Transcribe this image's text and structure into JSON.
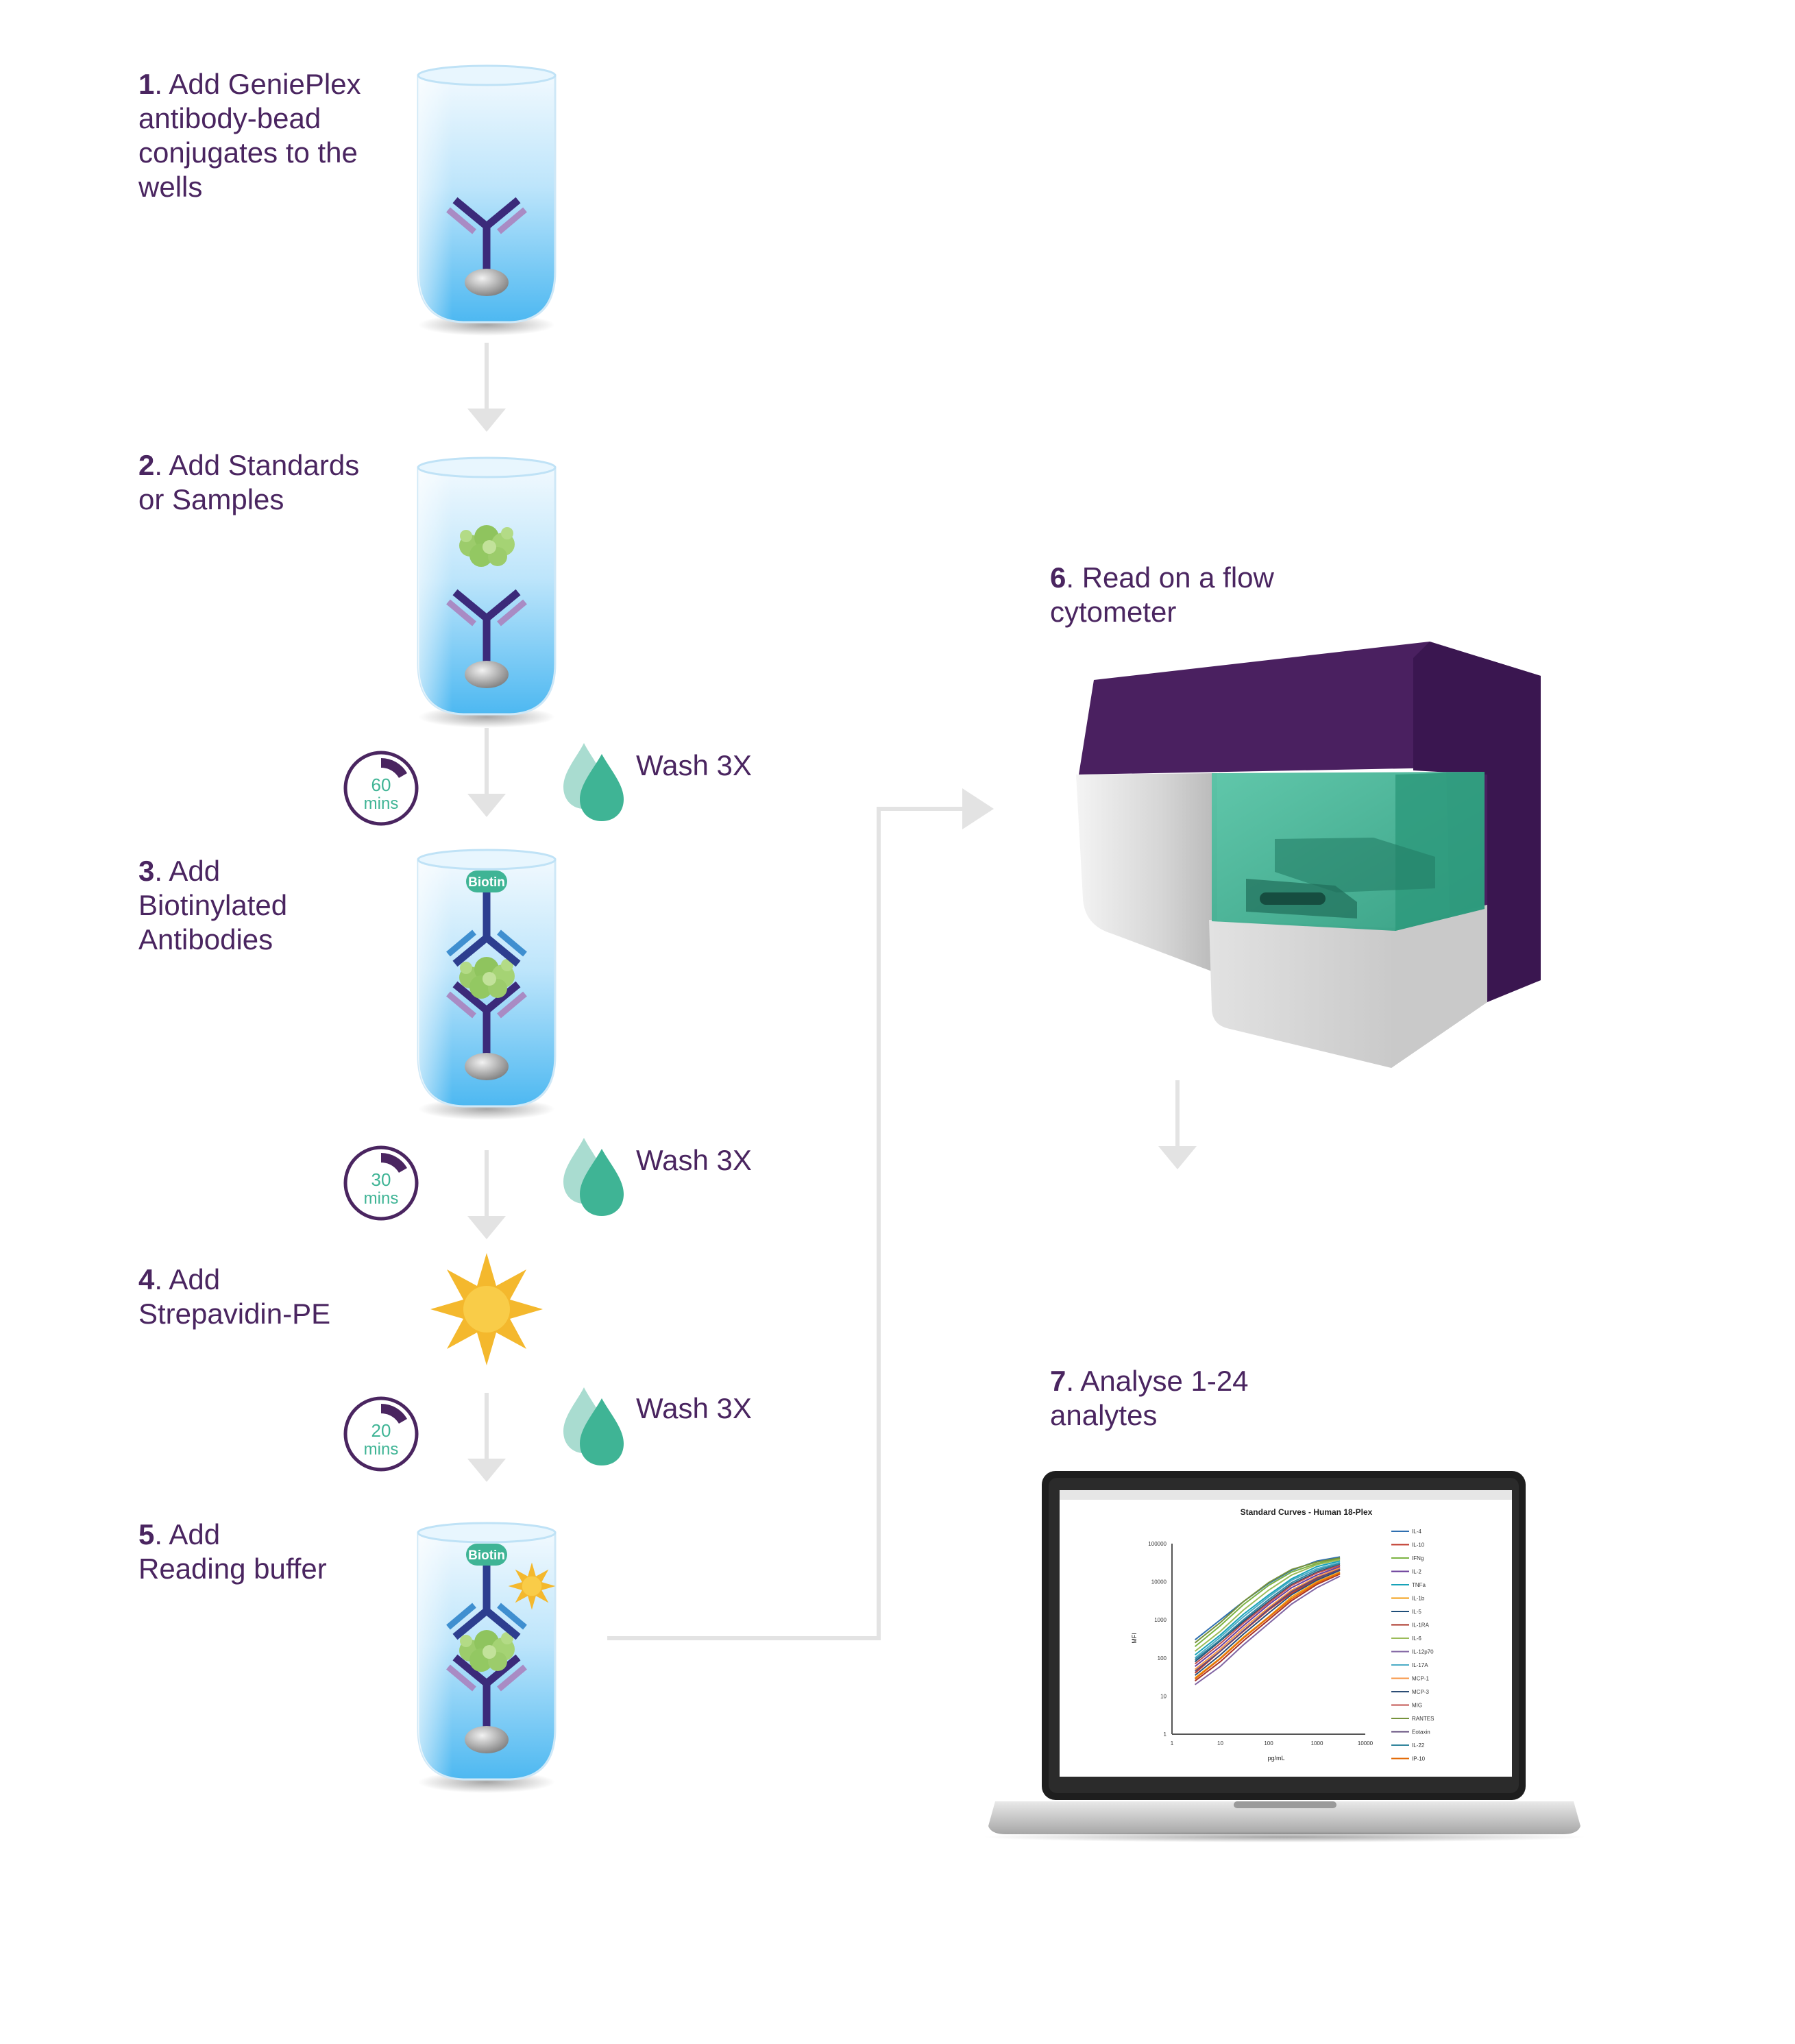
{
  "steps": [
    {
      "num": "1",
      "text": ". Add GeniePlex",
      "lines": [
        "antibody-bead",
        "conjugates to the",
        "wells"
      ]
    },
    {
      "num": "2",
      "text": ". Add Standards",
      "lines": [
        "or Samples"
      ]
    },
    {
      "num": "3",
      "text": ". Add",
      "lines": [
        "Biotinylated",
        "Antibodies"
      ]
    },
    {
      "num": "4",
      "text": ". Add",
      "lines": [
        "Strepavidin-PE"
      ]
    },
    {
      "num": "5",
      "text": ". Add",
      "lines": [
        "Reading buffer"
      ]
    },
    {
      "num": "6",
      "text": ". Read on a flow",
      "lines": [
        "cytometer"
      ]
    },
    {
      "num": "7",
      "text": ". Analyse 1-24",
      "lines": [
        "analytes"
      ]
    }
  ],
  "timers": [
    {
      "value": "60",
      "unit": "mins"
    },
    {
      "value": "30",
      "unit": "mins"
    },
    {
      "value": "20",
      "unit": "mins"
    }
  ],
  "wash_label": "Wash 3X",
  "biotin_label": "Biotin",
  "colors": {
    "purple": "#4a2560",
    "teal": "#3fb495",
    "arrow": "#e3e3e3",
    "tube": "#61c5f5",
    "star": "#f4b82d"
  },
  "icons": [
    "timer-icon",
    "water-drop-icon",
    "antibody-icon",
    "bead-icon",
    "antigen-icon",
    "streptavidin-pe-star-icon",
    "flow-cytometer-icon",
    "laptop-icon"
  ],
  "chart_data": {
    "type": "line",
    "title": "Standard Curves - Human 18-Plex",
    "xlabel": "pg/mL",
    "ylabel": "MFI",
    "xscale": "log",
    "yscale": "log",
    "xlim": [
      1,
      10000
    ],
    "ylim": [
      1,
      100000
    ],
    "xticks": [
      "1",
      "10",
      "100",
      "1000",
      "10000"
    ],
    "yticks": [
      "1",
      "10",
      "100",
      "1000",
      "10000",
      "100000"
    ],
    "legend_position": "right",
    "series": [
      {
        "name": "IL-4",
        "color": "#2f6fb0",
        "x": [
          3,
          10,
          30,
          100,
          300,
          1000,
          3000
        ],
        "y": [
          300,
          1000,
          3000,
          9000,
          20000,
          35000,
          45000
        ]
      },
      {
        "name": "IL-10",
        "color": "#c0392b",
        "x": [
          3,
          10,
          30,
          100,
          300,
          1000,
          3000
        ],
        "y": [
          40,
          150,
          500,
          1800,
          5000,
          12000,
          22000
        ]
      },
      {
        "name": "IFNg",
        "color": "#7cb342",
        "x": [
          3,
          10,
          30,
          100,
          300,
          1000,
          3000
        ],
        "y": [
          200,
          700,
          2500,
          8000,
          18000,
          30000,
          40000
        ]
      },
      {
        "name": "IL-2",
        "color": "#6a3d9a",
        "x": [
          3,
          10,
          30,
          100,
          300,
          1000,
          3000
        ],
        "y": [
          60,
          200,
          700,
          2500,
          7000,
          15000,
          25000
        ]
      },
      {
        "name": "TNFa",
        "color": "#17a2b8",
        "x": [
          3,
          10,
          30,
          100,
          300,
          1000,
          3000
        ],
        "y": [
          120,
          400,
          1400,
          4500,
          12000,
          25000,
          35000
        ]
      },
      {
        "name": "IL-1b",
        "color": "#f39c12",
        "x": [
          3,
          10,
          30,
          100,
          300,
          1000,
          3000
        ],
        "y": [
          30,
          100,
          350,
          1200,
          4000,
          10000,
          18000
        ]
      },
      {
        "name": "IL-5",
        "color": "#1f4e79",
        "x": [
          3,
          10,
          30,
          100,
          300,
          1000,
          3000
        ],
        "y": [
          80,
          280,
          900,
          3000,
          8500,
          18000,
          28000
        ]
      },
      {
        "name": "IL-1RA",
        "color": "#a93226",
        "x": [
          3,
          10,
          30,
          100,
          300,
          1000,
          3000
        ],
        "y": [
          25,
          80,
          280,
          1000,
          3200,
          8500,
          16000
        ]
      },
      {
        "name": "IL-6",
        "color": "#9bbb59",
        "x": [
          3,
          10,
          30,
          100,
          300,
          1000,
          3000
        ],
        "y": [
          150,
          500,
          1800,
          6000,
          15000,
          28000,
          38000
        ]
      },
      {
        "name": "IL-12p70",
        "color": "#8064a2",
        "x": [
          3,
          10,
          30,
          100,
          300,
          1000,
          3000
        ],
        "y": [
          20,
          60,
          220,
          800,
          2600,
          7000,
          14000
        ]
      },
      {
        "name": "IL-17A",
        "color": "#4bacc6",
        "x": [
          3,
          10,
          30,
          100,
          300,
          1000,
          3000
        ],
        "y": [
          100,
          350,
          1200,
          4000,
          11000,
          22000,
          32000
        ]
      },
      {
        "name": "MCP-1",
        "color": "#f79646",
        "x": [
          3,
          10,
          30,
          100,
          300,
          1000,
          3000
        ],
        "y": [
          50,
          170,
          600,
          2100,
          6000,
          13500,
          23000
        ]
      },
      {
        "name": "MCP-3",
        "color": "#2c4d75",
        "x": [
          3,
          10,
          30,
          100,
          300,
          1000,
          3000
        ],
        "y": [
          35,
          120,
          420,
          1500,
          4600,
          11000,
          20000
        ]
      },
      {
        "name": "MIG",
        "color": "#c0504d",
        "x": [
          3,
          10,
          30,
          100,
          300,
          1000,
          3000
        ],
        "y": [
          70,
          240,
          820,
          2800,
          8000,
          17000,
          27000
        ]
      },
      {
        "name": "RANTES",
        "color": "#76923c",
        "x": [
          3,
          10,
          30,
          100,
          300,
          1000,
          3000
        ],
        "y": [
          250,
          850,
          3000,
          9500,
          21000,
          33000,
          42000
        ]
      },
      {
        "name": "Eotaxin",
        "color": "#5f497a",
        "x": [
          3,
          10,
          30,
          100,
          300,
          1000,
          3000
        ],
        "y": [
          45,
          150,
          520,
          1900,
          5500,
          12500,
          21000
        ]
      },
      {
        "name": "IL-22",
        "color": "#31859c",
        "x": [
          3,
          10,
          30,
          100,
          300,
          1000,
          3000
        ],
        "y": [
          90,
          300,
          1000,
          3400,
          9500,
          20000,
          30000
        ]
      },
      {
        "name": "IP-10",
        "color": "#e36c09",
        "x": [
          3,
          10,
          30,
          100,
          300,
          1000,
          3000
        ],
        "y": [
          28,
          95,
          330,
          1150,
          3600,
          9300,
          17000
        ]
      }
    ]
  }
}
